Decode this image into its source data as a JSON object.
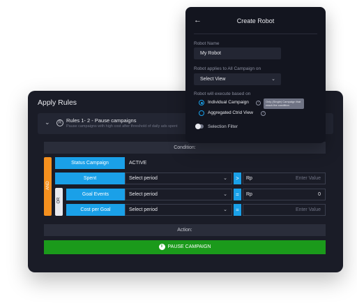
{
  "apply_rules": {
    "title": "Apply Rules",
    "rule": {
      "number": "R",
      "name": "Rules 1- 2 - Pause campaigns",
      "description": "Pause campaigns with high cost after threshold of daily ads spent"
    },
    "condition_label": "Condition:",
    "and_label": "AND",
    "or_label": "OR",
    "rows": [
      {
        "label": "Status Campaign",
        "value": "ACTIVE"
      },
      {
        "label": "Spent",
        "value": "Select period",
        "operator": ">",
        "prefix": "Rp",
        "placeholder": "Enter Value",
        "input_value": ""
      },
      {
        "label": "Goal Events",
        "value": "Select period",
        "operator": "=",
        "prefix": "Rp",
        "placeholder": "",
        "input_value": "0"
      },
      {
        "label": "Cost per Goal",
        "value": "Select period",
        "operator": "=",
        "prefix": "",
        "placeholder": "Enter Value",
        "input_value": ""
      }
    ],
    "action_label": "Action:",
    "action_button": "PAUSE CAMPAIGN",
    "action_icon_text": "II"
  },
  "create_robot": {
    "title": "Create Robot",
    "robot_name_label": "Robot Name",
    "robot_name_value": "My Robot",
    "applies_label": "Robot applies to All Campaign on",
    "select_view": "Select View",
    "execute_label": "Robot will execute based on",
    "options": [
      {
        "label": "Individual Campaign",
        "checked": true
      },
      {
        "label": "Aggregated Ctrid View",
        "checked": false
      }
    ],
    "tooltip": "Only (Single) Campaign that reach the condition",
    "selection_filter": "Selection Filter"
  },
  "colors": {
    "accent": "#1aa0e8",
    "and": "#f5901e",
    "action": "#1b9a1b",
    "panel": "#1a1c27"
  },
  "icons": [
    "back-arrow-icon",
    "chevron-down-icon",
    "info-icon",
    "pause-icon"
  ]
}
